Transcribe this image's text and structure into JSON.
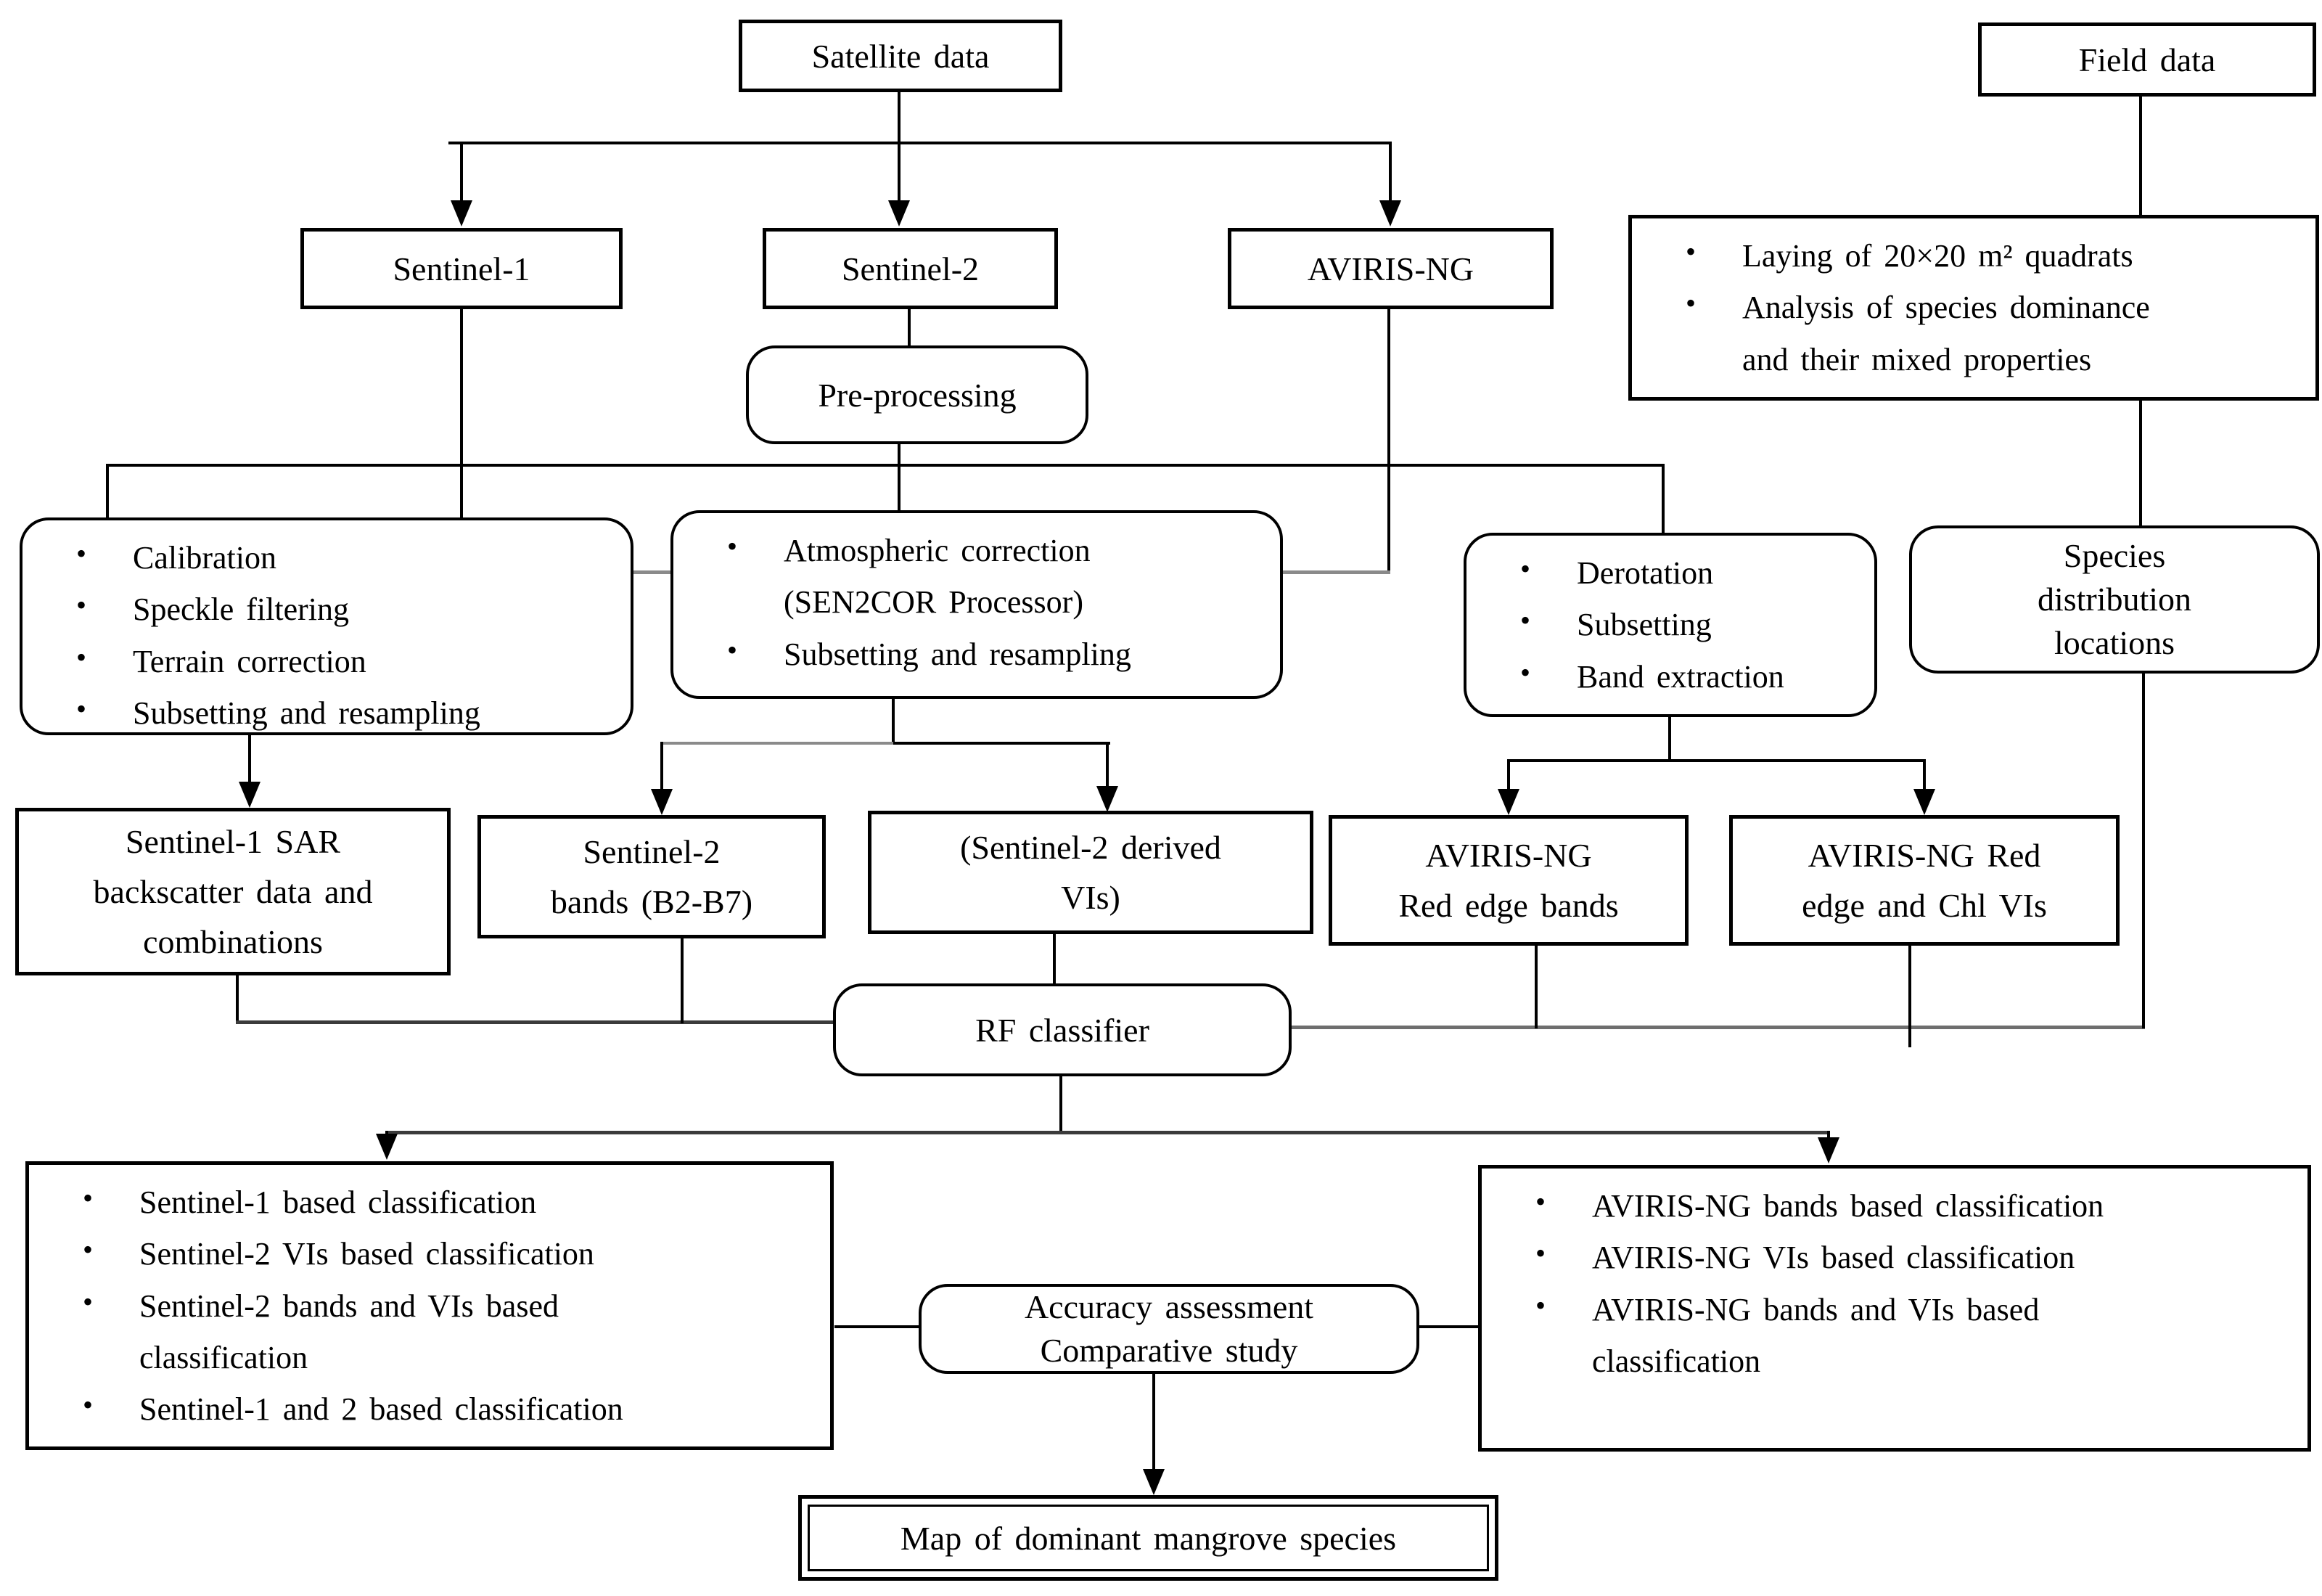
{
  "nodes": {
    "satellite_data": {
      "label": "Satellite data"
    },
    "field_data": {
      "label": "Field data"
    },
    "sentinel_1": {
      "label": "Sentinel-1"
    },
    "sentinel_2": {
      "label": "Sentinel-2"
    },
    "aviris_ng": {
      "label": "AVIRIS-NG"
    },
    "pre_processing": {
      "label": "Pre-processing"
    },
    "field_observations": {
      "items": [
        "Laying of 20×20 m² quadrats",
        "Analysis of species dominance\nand their mixed properties"
      ]
    },
    "sentinel1_preprocessing": {
      "items": [
        "Calibration",
        "Speckle filtering",
        "Terrain correction",
        "Subsetting and resampling"
      ]
    },
    "sentinel2_preprocessing": {
      "items": [
        "Atmospheric correction\n(SEN2COR Processor)",
        "Subsetting and resampling"
      ]
    },
    "aviris_preprocessing": {
      "items": [
        "Derotation",
        "Subsetting",
        "Band extraction"
      ]
    },
    "species_distribution": {
      "label": "Species\ndistribution\nlocations"
    },
    "sentinel1_sar": {
      "label": "Sentinel-1 SAR\nbackscatter data and\ncombinations"
    },
    "sentinel2_bands": {
      "label": "Sentinel-2\nbands (B2-B7)"
    },
    "sentinel2_vis": {
      "label": "(Sentinel-2 derived\nVIs)"
    },
    "aviris_red_edge_bands": {
      "label": "AVIRIS-NG\nRed edge bands"
    },
    "aviris_red_edge_chl": {
      "label": "AVIRIS-NG Red\nedge and Chl VIs"
    },
    "rf_classifier": {
      "label": "RF classifier"
    },
    "sentinel_classifications": {
      "items": [
        "Sentinel-1 based classification",
        "Sentinel-2 VIs based classification",
        "Sentinel-2 bands and VIs based\nclassification",
        "Sentinel-1 and 2 based classification"
      ]
    },
    "accuracy_assessment": {
      "label": "Accuracy assessment\nComparative study"
    },
    "aviris_classifications": {
      "items": [
        "AVIRIS-NG bands based classification",
        "AVIRIS-NG VIs based classification",
        "AVIRIS-NG bands and VIs based\nclassification"
      ]
    },
    "map_output": {
      "label": "Map of dominant mangrove species"
    }
  },
  "colors": {
    "line_black": "#000000",
    "line_gray": "#8a8a8a",
    "box_fill": "#ffffff"
  }
}
